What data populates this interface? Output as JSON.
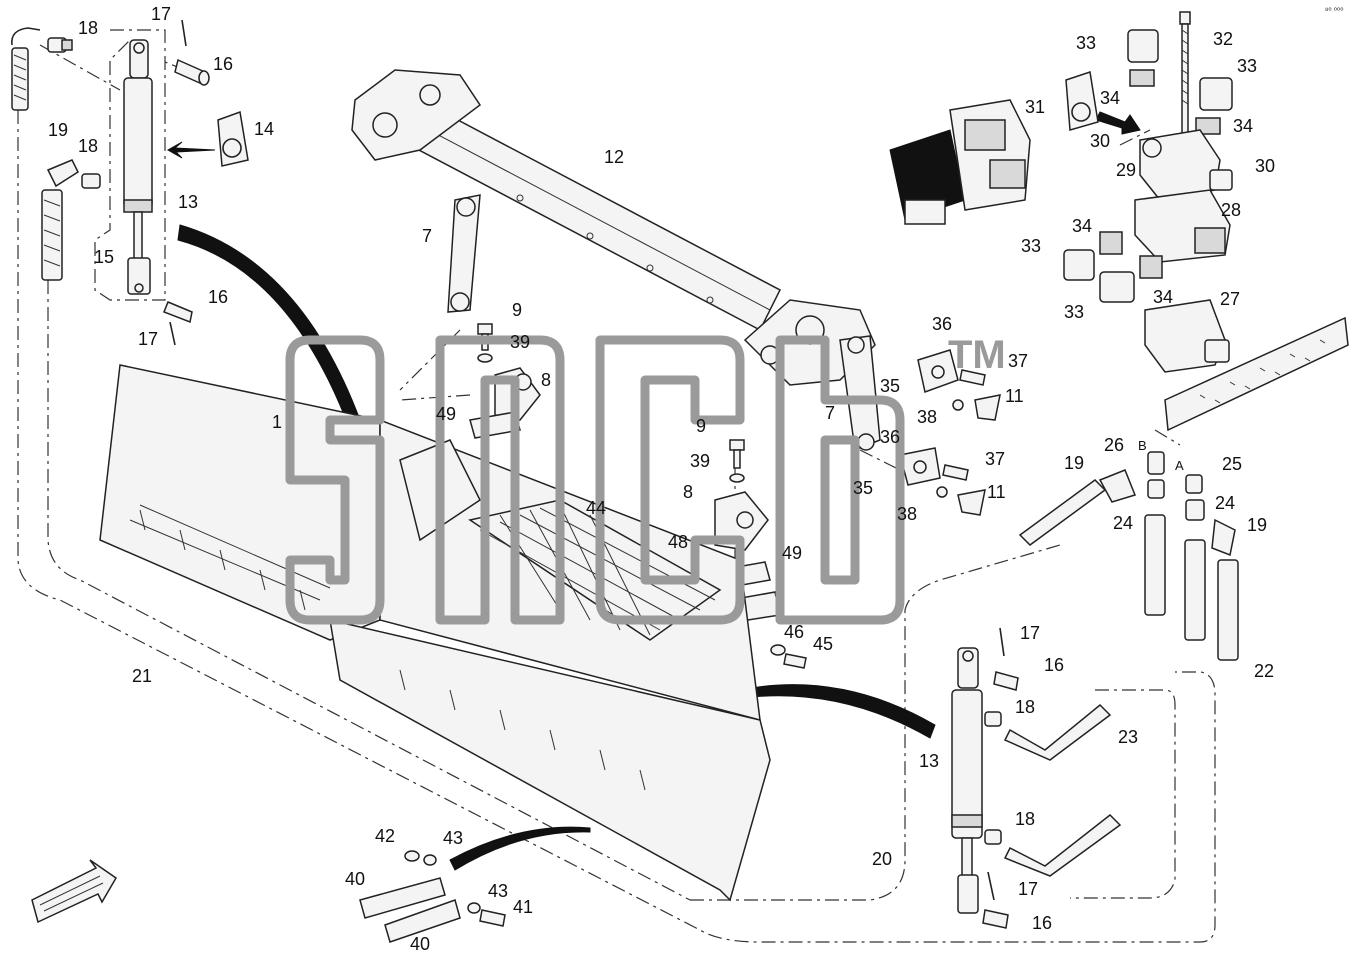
{
  "labels": [
    {
      "id": "l18a",
      "text": "18"
    },
    {
      "id": "l17a",
      "text": "17"
    },
    {
      "id": "l16a",
      "text": "16"
    },
    {
      "id": "l19a",
      "text": "19"
    },
    {
      "id": "l18b",
      "text": "18"
    },
    {
      "id": "l14",
      "text": "14"
    },
    {
      "id": "l13a",
      "text": "13"
    },
    {
      "id": "l15",
      "text": "15"
    },
    {
      "id": "l16b",
      "text": "16"
    },
    {
      "id": "l17b",
      "text": "17"
    },
    {
      "id": "l12",
      "text": "12"
    },
    {
      "id": "l7a",
      "text": "7"
    },
    {
      "id": "l9a",
      "text": "9"
    },
    {
      "id": "l39a",
      "text": "39"
    },
    {
      "id": "l8a",
      "text": "8"
    },
    {
      "id": "l1",
      "text": "1"
    },
    {
      "id": "l49a",
      "text": "49"
    },
    {
      "id": "l9b",
      "text": "9"
    },
    {
      "id": "l39b",
      "text": "39"
    },
    {
      "id": "l8b",
      "text": "8"
    },
    {
      "id": "l44",
      "text": "44"
    },
    {
      "id": "l48",
      "text": "48"
    },
    {
      "id": "l49b",
      "text": "49"
    },
    {
      "id": "l46",
      "text": "46"
    },
    {
      "id": "l45",
      "text": "45"
    },
    {
      "id": "l21",
      "text": "21"
    },
    {
      "id": "l7b",
      "text": "7"
    },
    {
      "id": "l36a",
      "text": "36"
    },
    {
      "id": "l35a",
      "text": "35"
    },
    {
      "id": "l37a",
      "text": "37"
    },
    {
      "id": "l38a",
      "text": "38"
    },
    {
      "id": "l11a",
      "text": "11"
    },
    {
      "id": "l36b",
      "text": "36"
    },
    {
      "id": "l35b",
      "text": "35"
    },
    {
      "id": "l37b",
      "text": "37"
    },
    {
      "id": "l38b",
      "text": "38"
    },
    {
      "id": "l11b",
      "text": "11"
    },
    {
      "id": "l33a",
      "text": "33"
    },
    {
      "id": "l32",
      "text": "32"
    },
    {
      "id": "l33b",
      "text": "33"
    },
    {
      "id": "l34a",
      "text": "34"
    },
    {
      "id": "l31",
      "text": "31"
    },
    {
      "id": "l34b",
      "text": "34"
    },
    {
      "id": "l30a",
      "text": "30"
    },
    {
      "id": "l29",
      "text": "29"
    },
    {
      "id": "l30b",
      "text": "30"
    },
    {
      "id": "l28",
      "text": "28"
    },
    {
      "id": "l34c",
      "text": "34"
    },
    {
      "id": "l33c",
      "text": "33"
    },
    {
      "id": "l34d",
      "text": "34"
    },
    {
      "id": "l33d",
      "text": "33"
    },
    {
      "id": "l27",
      "text": "27"
    },
    {
      "id": "l26",
      "text": "26"
    },
    {
      "id": "l19b",
      "text": "19"
    },
    {
      "id": "l25",
      "text": "25"
    },
    {
      "id": "l24a",
      "text": "24"
    },
    {
      "id": "l24b",
      "text": "24"
    },
    {
      "id": "l19c",
      "text": "19"
    },
    {
      "id": "l22",
      "text": "22"
    },
    {
      "id": "l17c",
      "text": "17"
    },
    {
      "id": "l16c",
      "text": "16"
    },
    {
      "id": "l18c",
      "text": "18"
    },
    {
      "id": "l23",
      "text": "23"
    },
    {
      "id": "l13b",
      "text": "13"
    },
    {
      "id": "l18d",
      "text": "18"
    },
    {
      "id": "l20",
      "text": "20"
    },
    {
      "id": "l17d",
      "text": "17"
    },
    {
      "id": "l16d",
      "text": "16"
    },
    {
      "id": "l42",
      "text": "42"
    },
    {
      "id": "l43a",
      "text": "43"
    },
    {
      "id": "l40a",
      "text": "40"
    },
    {
      "id": "l43b",
      "text": "43"
    },
    {
      "id": "l41",
      "text": "41"
    },
    {
      "id": "l40b",
      "text": "40"
    }
  ],
  "port_labels": [
    {
      "id": "pB",
      "text": "B"
    },
    {
      "id": "pA",
      "text": "A"
    }
  ],
  "watermark": {
    "trademark": "TM"
  },
  "corner_mark": "⁸⁰ ⁰⁰⁰"
}
